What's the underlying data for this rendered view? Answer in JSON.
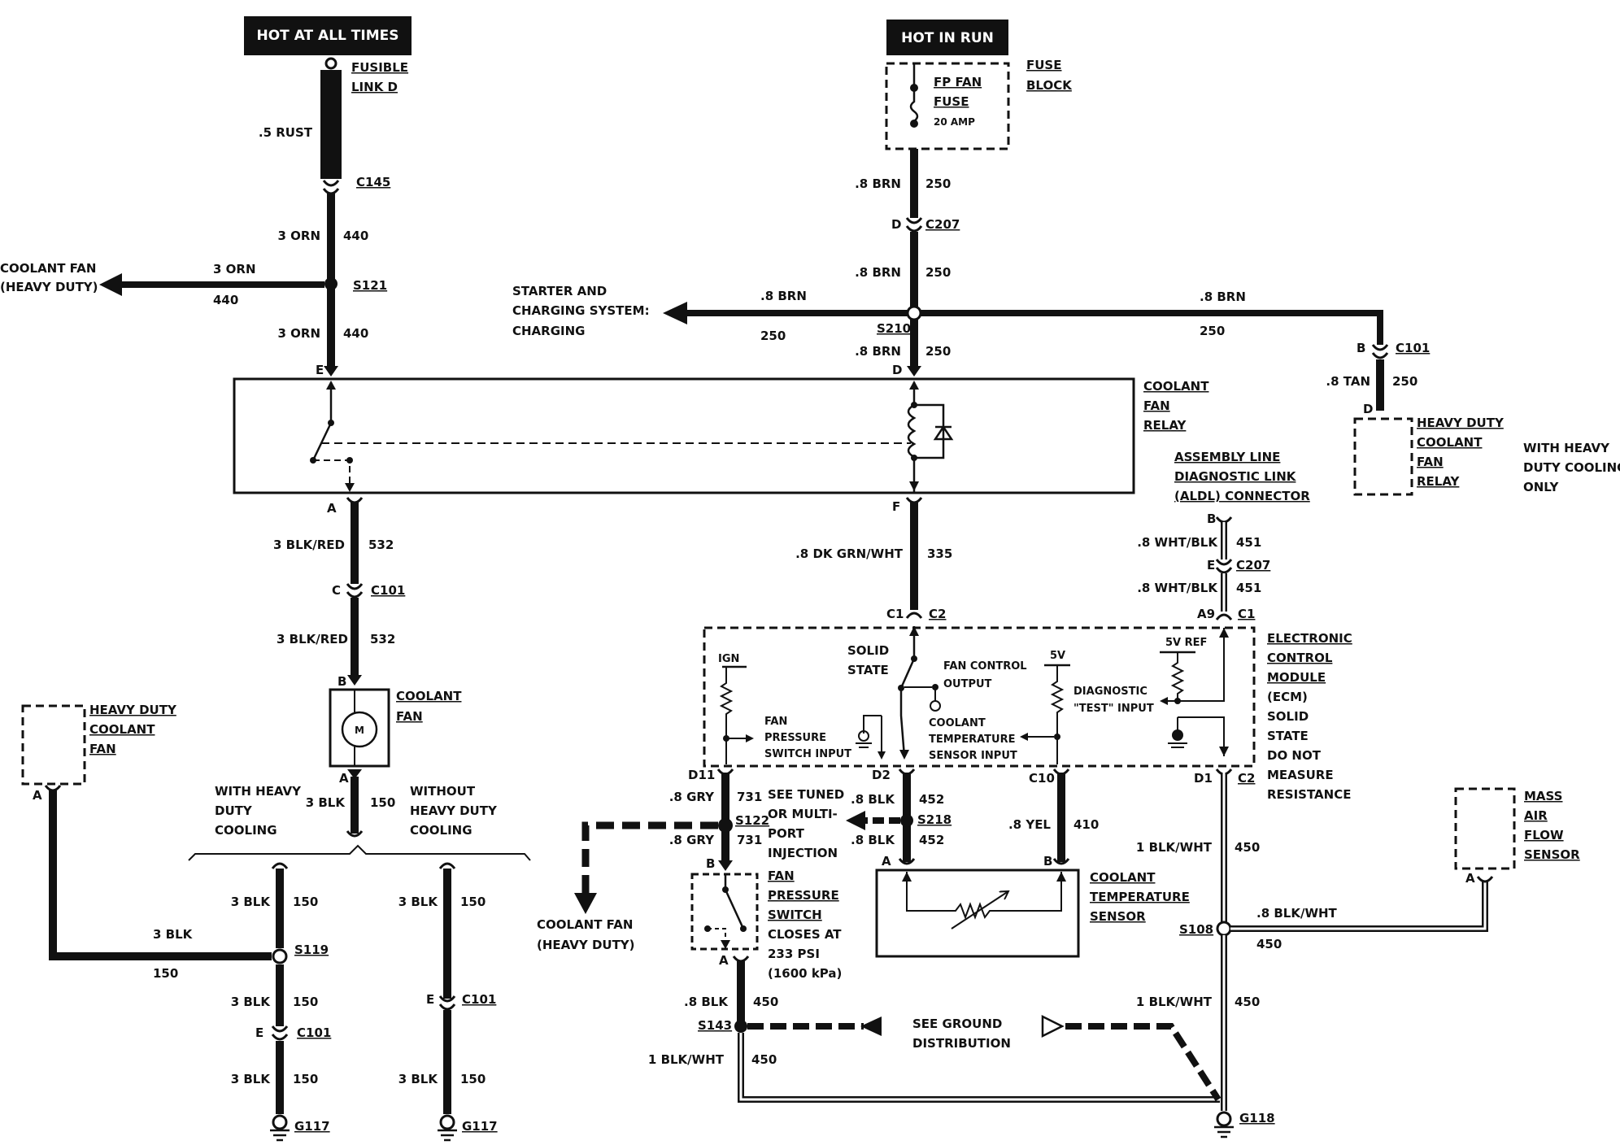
{
  "headers": {
    "hot_always": "HOT AT ALL TIMES",
    "hot_run": "HOT IN RUN"
  },
  "components": {
    "fusible_link": [
      "FUSIBLE",
      "LINK D"
    ],
    "fuse_block": [
      "FUSE",
      "BLOCK"
    ],
    "fuse": [
      "FP FAN",
      "FUSE",
      "20 AMP"
    ],
    "coolant_fan_relay": [
      "COOLANT",
      "FAN",
      "RELAY"
    ],
    "hd_relay": [
      "HEAVY DUTY",
      "COOLANT",
      "FAN",
      "RELAY"
    ],
    "hd_relay_note": [
      "WITH HEAVY",
      "DUTY COOLING",
      "ONLY"
    ],
    "aldl": [
      "ASSEMBLY LINE",
      "DIAGNOSTIC LINK",
      "(ALDL) CONNECTOR"
    ],
    "ecm": [
      "ELECTRONIC",
      "CONTROL",
      "MODULE",
      "(ECM)",
      "SOLID",
      "STATE",
      "DO NOT",
      "MEASURE",
      "RESISTANCE"
    ],
    "coolant_fan_motor": [
      "COOLANT",
      "FAN"
    ],
    "hd_coolant_fan": [
      "HEAVY DUTY",
      "COOLANT",
      "FAN"
    ],
    "coolant_temp_sensor": [
      "COOLANT",
      "TEMPERATURE",
      "SENSOR"
    ],
    "fan_pressure_switch": [
      "FAN",
      "PRESSURE",
      "SWITCH",
      "CLOSES AT",
      "233 PSI",
      "(1600 kPa)"
    ],
    "maf_sensor": [
      "MASS",
      "AIR",
      "FLOW",
      "SENSOR"
    ],
    "motor_symbol": "M"
  },
  "ecm_internal": {
    "solid_state": [
      "SOLID",
      "STATE"
    ],
    "fan_control_output": [
      "FAN CONTROL",
      "OUTPUT"
    ],
    "ign": "IGN",
    "v5": "5V",
    "v5ref": "5V REF",
    "fan_pressure_input": [
      "FAN",
      "PRESSURE",
      "SWITCH INPUT"
    ],
    "coolant_temp_input": [
      "COOLANT",
      "TEMPERATURE",
      "SENSOR INPUT"
    ],
    "diag_input": [
      "DIAGNOSTIC",
      "\"TEST\" INPUT"
    ]
  },
  "destinations": {
    "coolant_fan_hd_left": [
      "COOLANT FAN",
      "(HEAVY DUTY)"
    ],
    "starter_charging": [
      "STARTER AND",
      "CHARGING SYSTEM:",
      "CHARGING"
    ],
    "coolant_fan_hd_bottom": [
      "COOLANT FAN",
      "(HEAVY DUTY)"
    ],
    "see_tuned": [
      "SEE TUNED",
      "OR MULTI-",
      "PORT",
      "INJECTION"
    ],
    "see_ground": [
      "SEE GROUND",
      "DISTRIBUTION"
    ]
  },
  "branch_labels": {
    "with_hd": [
      "WITH HEAVY",
      "DUTY",
      "COOLING"
    ],
    "without_hd": [
      "WITHOUT",
      "HEAVY DUTY",
      "COOLING"
    ]
  },
  "connectors": {
    "c145": "C145",
    "s121": "S121",
    "c207_top": "C207",
    "s210": "S210",
    "c101_top": "C101",
    "c101_left": "C101",
    "c207_right": "C207",
    "c2_top": "C2",
    "c1_right": "C1",
    "s122": "S122",
    "s218": "S218",
    "c2_bottom": "C2",
    "s108": "S108",
    "s119": "S119",
    "c101_lower_left": "C101",
    "c101_lower_mid": "C101",
    "s143": "S143",
    "g117_left": "G117",
    "g117_mid": "G117",
    "g118": "G118"
  },
  "pins": {
    "e_relay": "E",
    "d_relay": "D",
    "a_relay": "A",
    "f_relay": "F",
    "d_c207": "D",
    "b_c101": "B",
    "d_hd": "D",
    "c_c101": "C",
    "b_fan": "B",
    "a_fan": "A",
    "a_hd_fan": "A",
    "b_aldl": "B",
    "e_c207": "E",
    "a9": "A9",
    "c1": "C1",
    "d11": "D11",
    "d2": "D2",
    "c10": "C10",
    "d1": "D1",
    "b_fps": "B",
    "a_fps": "A",
    "a_cts": "A",
    "b_cts": "B",
    "a_maf": "A",
    "e_c101a": "E",
    "e_c101b": "E"
  },
  "wires": {
    "rust": ".5 RUST",
    "orn_a": "3 ORN",
    "n440_a": "440",
    "orn_branch": "3 ORN",
    "n440_branch": "440",
    "orn_b": "3 ORN",
    "n440_b": "440",
    "brn_a": ".8 BRN",
    "n250_a": "250",
    "brn_b": ".8 BRN",
    "n250_b": "250",
    "brn_left": ".8 BRN",
    "n250_left": "250",
    "brn_right": ".8 BRN",
    "n250_right": "250",
    "brn_c": ".8 BRN",
    "n250_c": "250",
    "tan": ".8 TAN",
    "n250_d": "250",
    "blkred_a": "3 BLK/RED",
    "n532_a": "532",
    "blkred_b": "3 BLK/RED",
    "n532_b": "532",
    "blk_fan": "3 BLK",
    "n150_fan": "150",
    "dkgrn": ".8 DK GRN/WHT",
    "n335": "335",
    "whtblk_a": ".8 WHT/BLK",
    "n451_a": "451",
    "whtblk_b": ".8 WHT/BLK",
    "n451_b": "451",
    "gry_a": ".8 GRY",
    "n731_a": "731",
    "gry_b": ".8 GRY",
    "n731_b": "731",
    "blk452_a": ".8 BLK",
    "n452_a": "452",
    "blk452_b": ".8 BLK",
    "n452_b": "452",
    "yel": ".8 YEL",
    "n410": "410",
    "blkwht_a": "1 BLK/WHT",
    "n450_a": "450",
    "blkwht_maf": ".8 BLK/WHT",
    "n450_maf": "450",
    "blkwht_b": "1 BLK/WHT",
    "n450_b": "450",
    "blk450_fps": ".8 BLK",
    "n450_fps": "450",
    "blkwht_c": "1 BLK/WHT",
    "n450_c": "450",
    "blk_l1": "3 BLK",
    "n150_l1": "150",
    "blk_hd": "3 BLK",
    "n150_hd": "150",
    "blk_l2": "3 BLK",
    "n150_l2": "150",
    "blk_l3": "3 BLK",
    "n150_l3": "150",
    "blk_m1": "3 BLK",
    "n150_m1": "150",
    "blk_m2": "3 BLK",
    "n150_m2": "150"
  }
}
